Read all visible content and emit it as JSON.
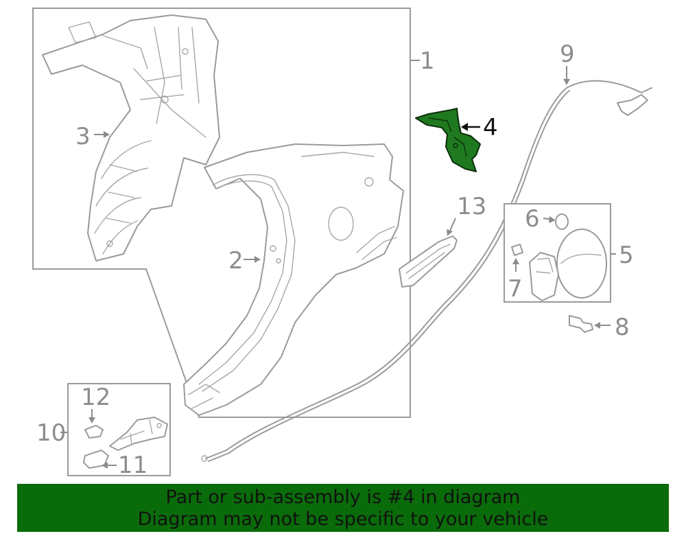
{
  "callouts": {
    "c1": "1",
    "c2": "2",
    "c3": "3",
    "c4": "4",
    "c5": "5",
    "c6": "6",
    "c7": "7",
    "c8": "8",
    "c9": "9",
    "c10": "10",
    "c11": "11",
    "c12": "12",
    "c13": "13"
  },
  "highlight": {
    "part": "4",
    "color": "#1f7a1f"
  },
  "banner": {
    "line1": "Part or sub-assembly is #4 in diagram",
    "line2": "Diagram may not be specific to your vehicle",
    "background": "#0a6b0a"
  }
}
